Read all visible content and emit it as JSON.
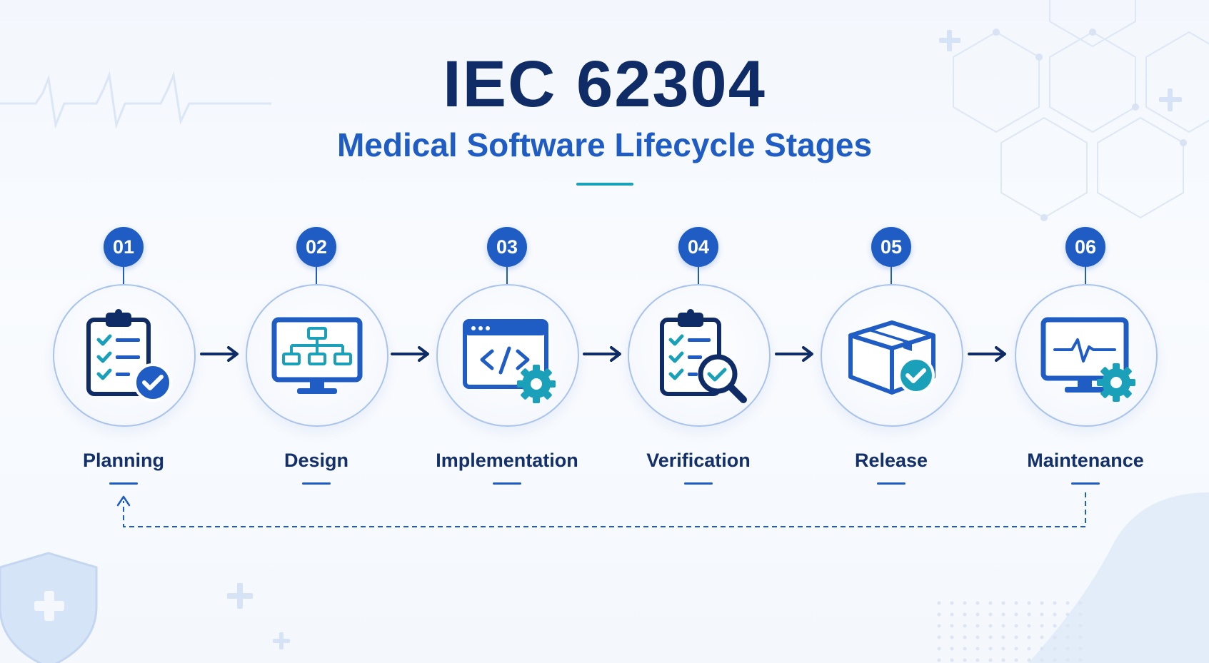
{
  "title": "IEC 62304",
  "subtitle": "Medical Software Lifecycle Stages",
  "colors": {
    "navy": "#0f2c66",
    "blue": "#1f5dc4",
    "teal": "#1aa0b8",
    "circle_border": "#a9c3ec"
  },
  "stages": [
    {
      "number": "01",
      "label": "Planning",
      "icon": "clipboard-checklist-icon"
    },
    {
      "number": "02",
      "label": "Design",
      "icon": "monitor-flowchart-icon"
    },
    {
      "number": "03",
      "label": "Implementation",
      "icon": "code-window-gear-icon"
    },
    {
      "number": "04",
      "label": "Verification",
      "icon": "clipboard-magnifier-icon"
    },
    {
      "number": "05",
      "label": "Release",
      "icon": "package-check-icon"
    },
    {
      "number": "06",
      "label": "Maintenance",
      "icon": "monitor-heartbeat-gear-icon"
    }
  ]
}
